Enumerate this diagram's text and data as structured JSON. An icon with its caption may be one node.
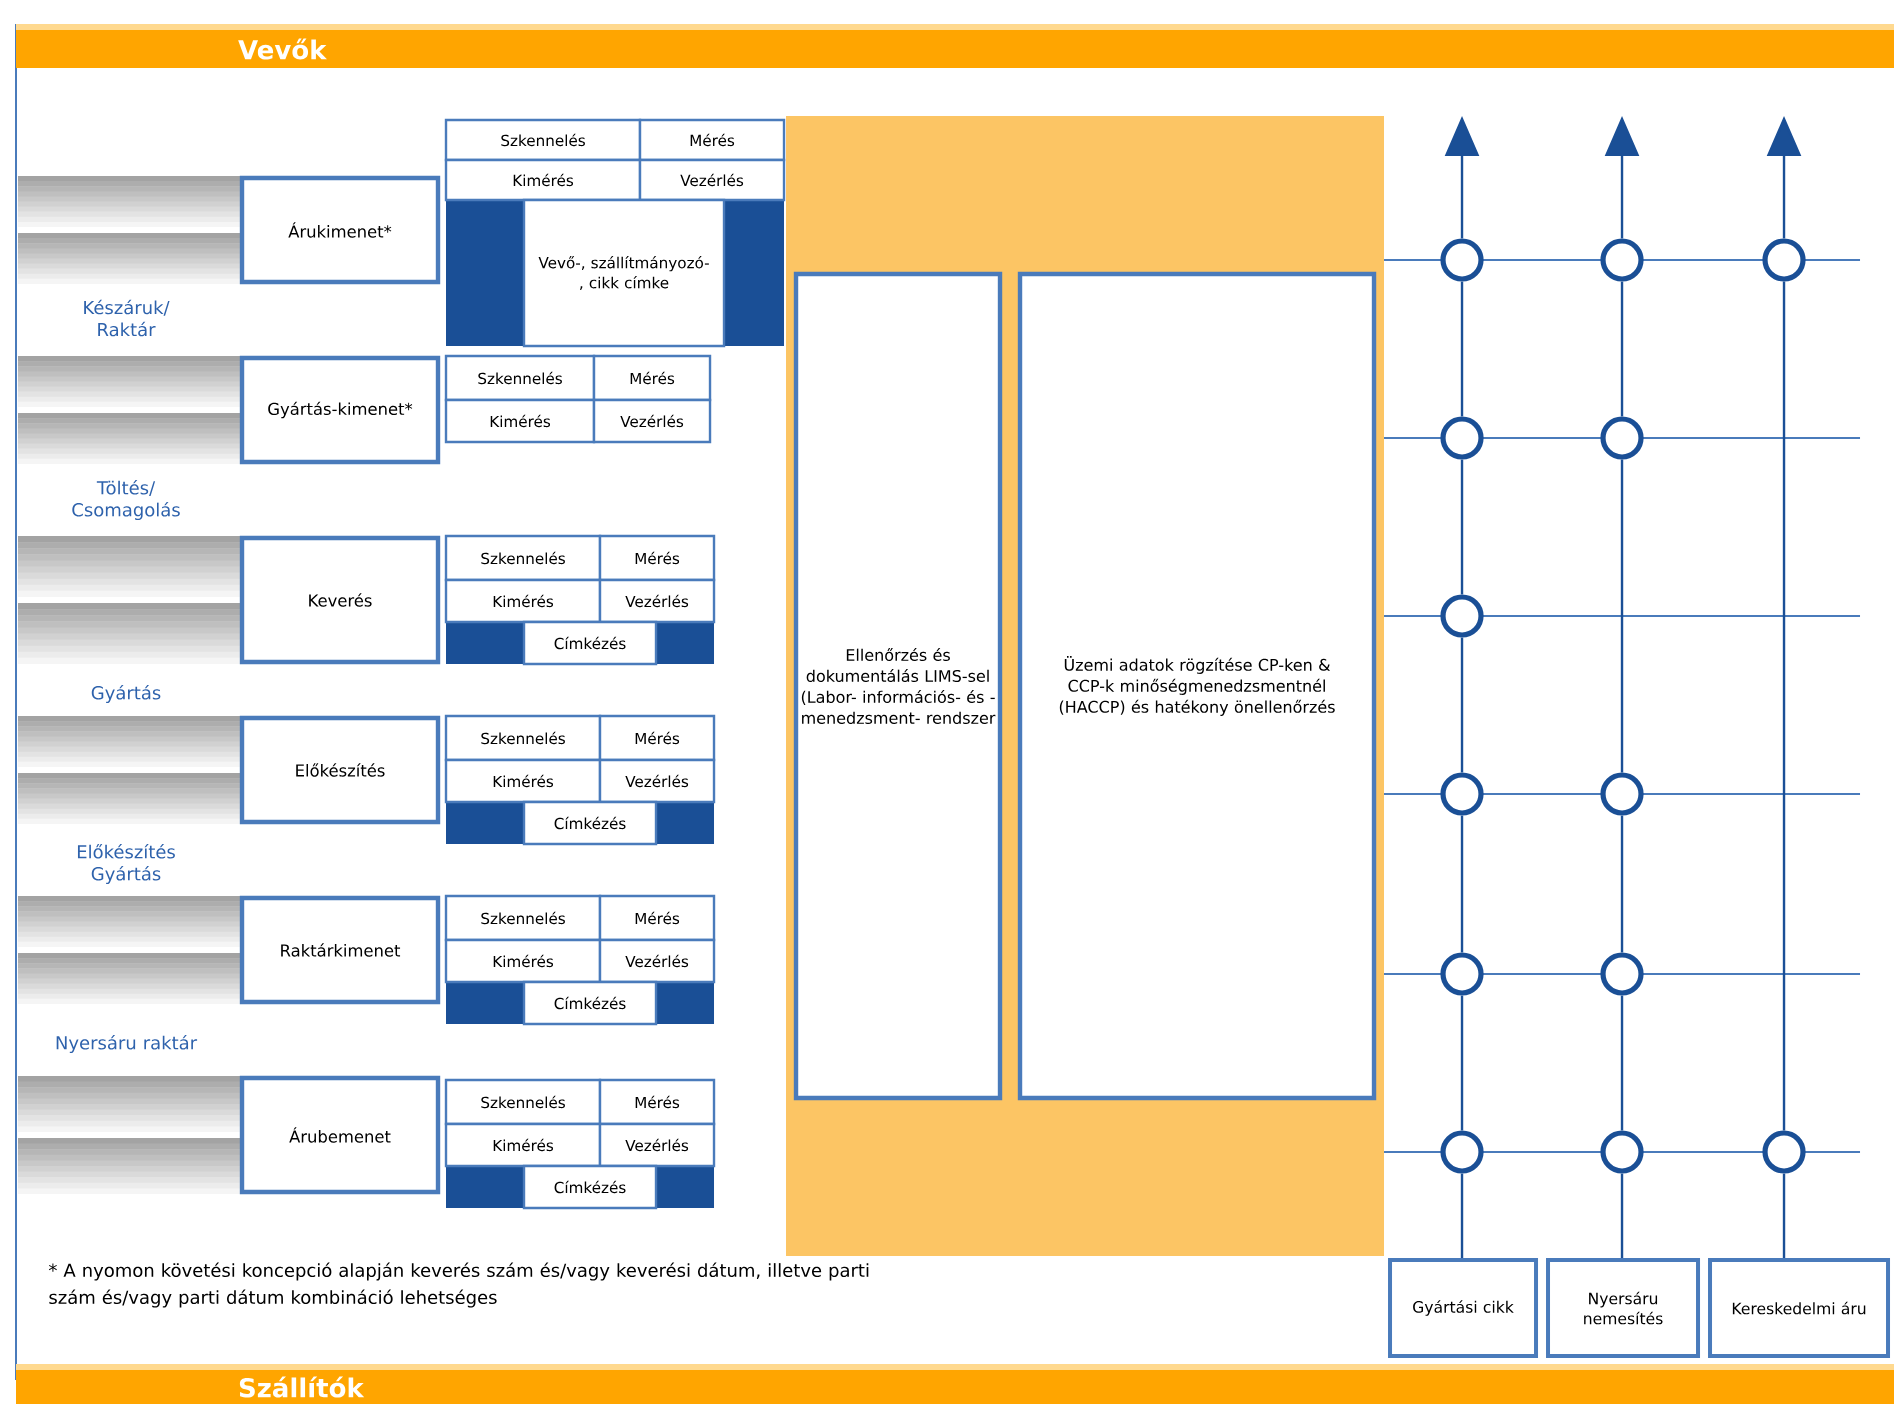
{
  "diagram": {
    "nodes": [
      {
        "text": [
          "Vevők"
        ]
      },
      {
        "text": [
          "Árukimenet*"
        ]
      },
      {
        "text": [
          "Szkennelés"
        ]
      },
      {
        "text": [
          "Mérés"
        ]
      },
      {
        "text": [
          "Kimérés"
        ]
      },
      {
        "text": [
          "Vezérlés"
        ]
      },
      {
        "text": [
          "Vevő-, szállítmányozó- , cikk címke"
        ]
      },
      {
        "text": [
          "Gyártás-kimenet*"
        ]
      },
      {
        "text": [
          "Szkennelés"
        ]
      },
      {
        "text": [
          "Mérés"
        ]
      },
      {
        "text": [
          "Kimérés"
        ]
      },
      {
        "text": [
          "Vezérlés"
        ]
      },
      {
        "text": [
          "Keverés"
        ]
      },
      {
        "text": [
          "Szkennelés"
        ]
      },
      {
        "text": [
          "Mérés"
        ]
      },
      {
        "text": [
          "Kimérés"
        ]
      },
      {
        "text": [
          "Vezérlés"
        ]
      },
      {
        "text": [
          "Címkézés"
        ]
      },
      {
        "text": [
          "Előkészítés"
        ]
      },
      {
        "text": [
          "Szkennelés"
        ]
      },
      {
        "text": [
          "Mérés"
        ]
      },
      {
        "text": [
          "Kimérés"
        ]
      },
      {
        "text": [
          "Vezérlés"
        ]
      },
      {
        "text": [
          "Címkézés"
        ]
      },
      {
        "text": [
          "Raktárkimenet"
        ]
      },
      {
        "text": [
          "Szkennelés"
        ]
      },
      {
        "text": [
          "Mérés"
        ]
      },
      {
        "text": [
          "Kimérés"
        ]
      },
      {
        "text": [
          "Vezérlés"
        ]
      },
      {
        "text": [
          "Címkézés"
        ]
      },
      {
        "text": [
          "Árubemenet"
        ]
      },
      {
        "text": [
          "Szkennelés"
        ]
      },
      {
        "text": [
          "Mérés"
        ]
      },
      {
        "text": [
          "Kimérés"
        ]
      },
      {
        "text": [
          "Vezérlés"
        ]
      },
      {
        "text": [
          "Címkézés"
        ]
      },
      {
        "text": [
          "Ellenőrzés és dokumentálás LIMS-sel (Labor- információs- és - menedzsment- rendszer"
        ]
      },
      {
        "text": [
          "Üzemi adatok rögzítése CP-ken & CCP-k minőségmenedzsmentnél (HACCP) és hatékony önellenőrzés"
        ]
      },
      {
        "text": [],
        "shape": "circle"
      },
      {
        "text": [],
        "shape": "circle"
      },
      {
        "text": [],
        "shape": "circle"
      },
      {
        "text": [],
        "shape": "circle"
      },
      {
        "text": [],
        "shape": "circle"
      },
      {
        "text": [],
        "shape": "circle"
      },
      {
        "text": [],
        "shape": "circle"
      },
      {
        "text": [],
        "shape": "circle"
      },
      {
        "text": [],
        "shape": "circle"
      },
      {
        "text": [],
        "shape": "circle"
      },
      {
        "text": [],
        "shape": "circle"
      },
      {
        "text": [],
        "shape": "circle"
      },
      {
        "text": [],
        "shape": "circle"
      },
      {
        "text": [
          "Gyártási cikk"
        ]
      },
      {
        "text": [
          "Nyersáru nemesítés"
        ]
      },
      {
        "text": [
          "Kereskedelmi áru"
        ]
      },
      {
        "text": [
          "Szállítók"
        ]
      }
    ],
    "edges": [
      {
        "from": 51,
        "to": 48,
        "arrow": "none"
      },
      {
        "from": 48,
        "to": 46,
        "arrow": "none"
      },
      {
        "from": 46,
        "to": 44,
        "arrow": "none"
      },
      {
        "from": 44,
        "to": 43,
        "arrow": "none"
      },
      {
        "from": 43,
        "to": 41,
        "arrow": "none"
      },
      {
        "from": 41,
        "to": 38,
        "arrow": "none"
      },
      {
        "from": 38,
        "to": null,
        "arrow": "to"
      },
      {
        "from": 52,
        "to": 49,
        "arrow": "none"
      },
      {
        "from": 49,
        "to": 47,
        "arrow": "none"
      },
      {
        "from": 47,
        "to": 45,
        "arrow": "none"
      },
      {
        "from": 45,
        "to": 42,
        "arrow": "none"
      },
      {
        "from": 42,
        "to": 39,
        "arrow": "none"
      },
      {
        "from": 39,
        "to": null,
        "arrow": "to"
      },
      {
        "from": 53,
        "to": 50,
        "arrow": "none"
      },
      {
        "from": 50,
        "to": 40,
        "arrow": "none"
      },
      {
        "from": 40,
        "to": null,
        "arrow": "to"
      }
    ],
    "labels": [
      "Készáruk/ Raktár",
      "Töltés/ Csomagolás",
      "Gyártás",
      "Előkészítés Gyártás",
      "Nyersáru raktár",
      "* A nyomon követési koncepció alapján keverés szám és/vagy keverési dátum, illetve parti szám és/vagy parti dátum kombináció lehetséges"
    ]
  }
}
